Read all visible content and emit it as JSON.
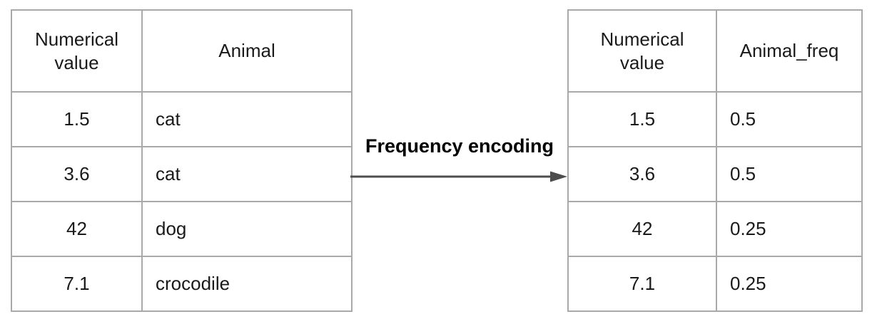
{
  "diagram": {
    "arrow_label": "Frequency encoding"
  },
  "left_table": {
    "headers": [
      "Numerical value",
      "Animal"
    ],
    "rows": [
      [
        "1.5",
        "cat"
      ],
      [
        "3.6",
        "cat"
      ],
      [
        "42",
        "dog"
      ],
      [
        "7.1",
        "crocodile"
      ]
    ]
  },
  "right_table": {
    "headers": [
      "Numerical value",
      "Animal_freq"
    ],
    "rows": [
      [
        "1.5",
        "0.5"
      ],
      [
        "3.6",
        "0.5"
      ],
      [
        "42",
        "0.25"
      ],
      [
        "7.1",
        "0.25"
      ]
    ]
  },
  "colors": {
    "background": "#ffffff",
    "table_border": "#a9a9a9",
    "cell_text": "#1a1a1a",
    "label_text": "#000000",
    "arrow": "#4d4d4d"
  },
  "icons": {
    "arrow": "right-arrow-icon"
  }
}
